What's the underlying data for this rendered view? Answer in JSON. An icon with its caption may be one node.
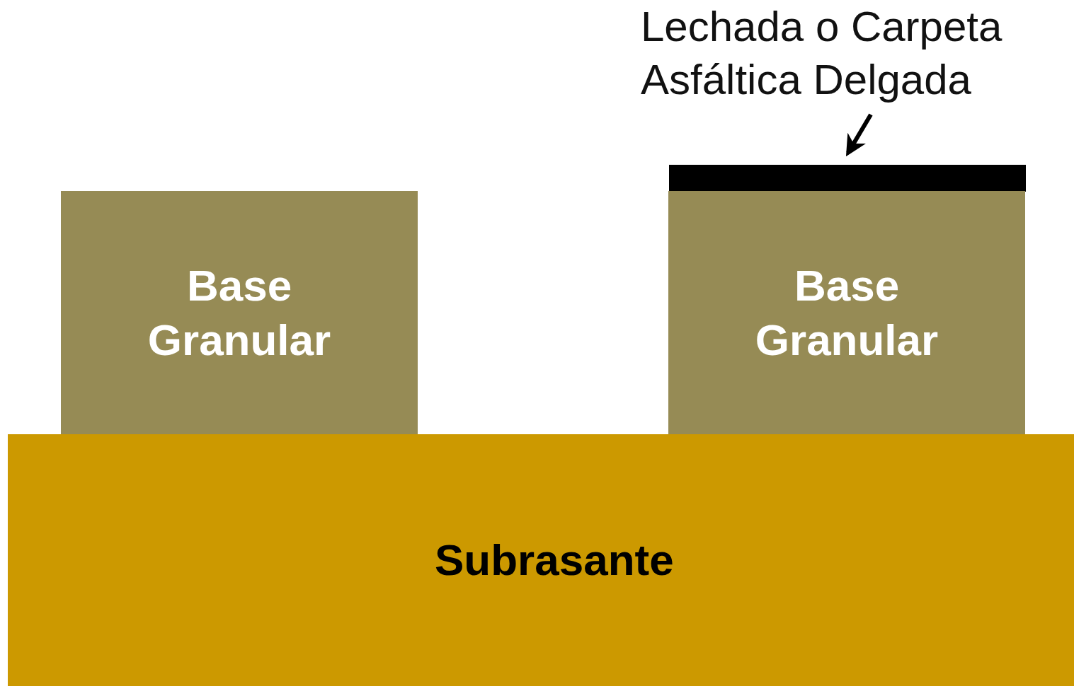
{
  "diagram": {
    "nodes": [
      {
        "text": [
          "Lechada o Carpeta Asfáltica Delgada"
        ]
      },
      {
        "text": [],
        "shape": "bar"
      },
      {
        "text": [
          "Base Granular"
        ]
      },
      {
        "text": [
          "Base Granular"
        ]
      },
      {
        "text": [
          "Subrasante"
        ]
      }
    ],
    "edges": [
      {
        "from": 0,
        "to": 1,
        "arrow": "to"
      }
    ]
  }
}
